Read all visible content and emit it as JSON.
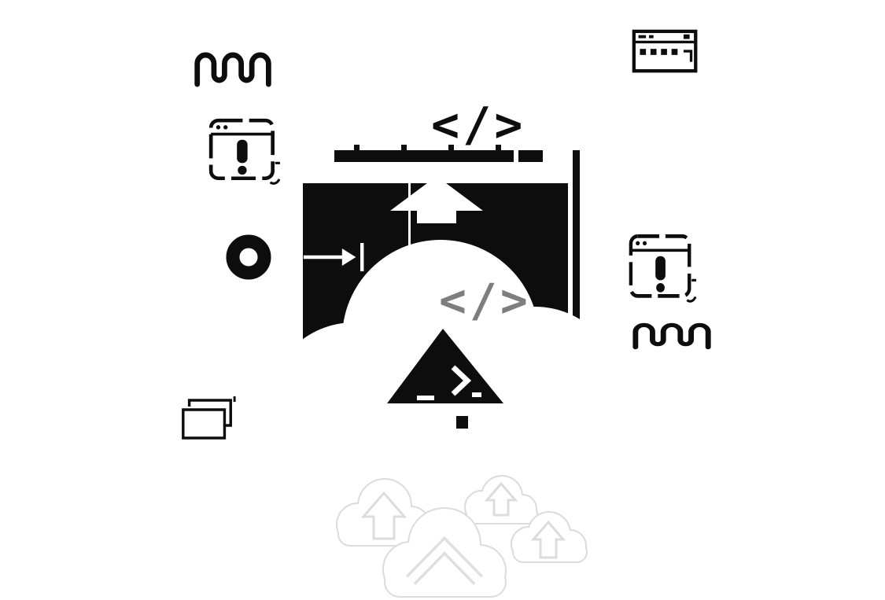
{
  "scene": {
    "label": "Cloud code upload illustration",
    "code_symbol_top": "</>",
    "code_symbol_cloud": "</>"
  },
  "colors": {
    "background": "#ffffff",
    "ink": "#0d0d0d",
    "code_gray": "#7e7e7e",
    "faint_outline": "#dcdcdc"
  },
  "icons": [
    {
      "name": "spring-coil-icon",
      "position": "top-left"
    },
    {
      "name": "warning-browser-icon",
      "position": "mid-left"
    },
    {
      "name": "donut-icon",
      "position": "mid-left"
    },
    {
      "name": "arrow-to-bar-icon",
      "position": "inside-window"
    },
    {
      "name": "copy-icon",
      "position": "bottom-left"
    },
    {
      "name": "browser-window-icon",
      "position": "top-right"
    },
    {
      "name": "warning-browser-icon",
      "position": "mid-right"
    },
    {
      "name": "spring-coil-icon",
      "position": "mid-right"
    },
    {
      "name": "upload-arrow-icon",
      "position": "window-top"
    },
    {
      "name": "upload-triangle-icon",
      "position": "inside-cloud"
    },
    {
      "name": "cloud-upload-icon",
      "position": "bottom-x4"
    }
  ]
}
